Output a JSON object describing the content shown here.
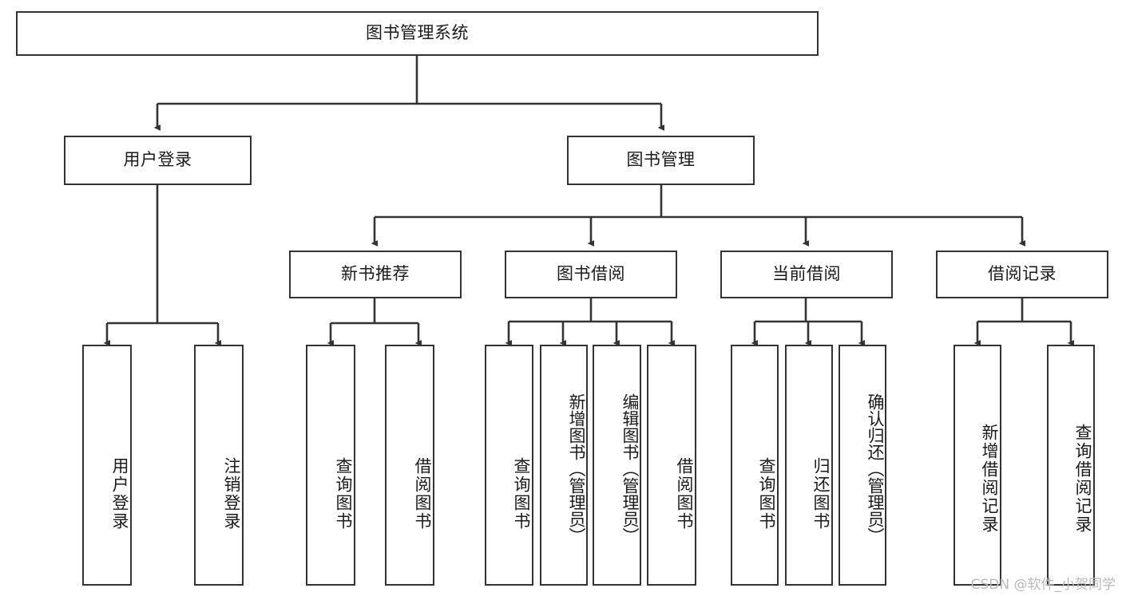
{
  "diagram": {
    "title": "图书管理系统",
    "type": "tree",
    "watermark": "CSDN @软件_小贺同学",
    "colors": {
      "box_border": "#333333",
      "box_fill": "#ffffff",
      "connector": "#333333",
      "text": "#1a1a1a",
      "watermark": "#b9b9b9",
      "background": "#ffffff"
    },
    "levels": {
      "root": "图书管理系统",
      "level2": [
        "用户登录",
        "图书管理"
      ],
      "level3": [
        "新书推荐",
        "图书借阅",
        "当前借阅",
        "借阅记录"
      ],
      "level4_groups": [
        {
          "parent": "用户登录",
          "children": [
            "用户登录",
            "注销登录"
          ]
        },
        {
          "parent": "新书推荐",
          "children": [
            "查询图书",
            "借阅图书"
          ]
        },
        {
          "parent": "图书借阅",
          "children": [
            "查询图书",
            "新增图书（管理员）",
            "编辑图书（管理员）",
            "借阅图书"
          ]
        },
        {
          "parent": "当前借阅",
          "children": [
            "查询图书",
            "归还图书",
            "确认归还（管理员）"
          ]
        },
        {
          "parent": "借阅记录",
          "children": [
            "新增借阅记录",
            "查询借阅记录"
          ]
        }
      ]
    },
    "nodes": {
      "root": {
        "label": "图书管理系统"
      },
      "user_login": {
        "label": "用户登录"
      },
      "book_manage": {
        "label": "图书管理"
      },
      "new_book_rec": {
        "label": "新书推荐"
      },
      "book_borrow": {
        "label": "图书借阅"
      },
      "current_borrow": {
        "label": "当前借阅"
      },
      "borrow_record": {
        "label": "借阅记录"
      },
      "leaf_user_login": {
        "label": "用户登录"
      },
      "leaf_user_logout": {
        "label": "注销登录"
      },
      "leaf_rec_query": {
        "label": "查询图书"
      },
      "leaf_rec_borrow": {
        "label": "借阅图书"
      },
      "leaf_borrow_query": {
        "label": "查询图书"
      },
      "leaf_borrow_add": {
        "label": "新增图书（管理员）"
      },
      "leaf_borrow_edit": {
        "label": "编辑图书（管理员）"
      },
      "leaf_borrow_borrow": {
        "label": "借阅图书"
      },
      "leaf_cur_query": {
        "label": "查询图书"
      },
      "leaf_cur_return": {
        "label": "归还图书"
      },
      "leaf_cur_confirm": {
        "label": "确认归还（管理员）"
      },
      "leaf_rec_add": {
        "label": "新增借阅记录"
      },
      "leaf_rec_search": {
        "label": "查询借阅记录"
      }
    }
  }
}
